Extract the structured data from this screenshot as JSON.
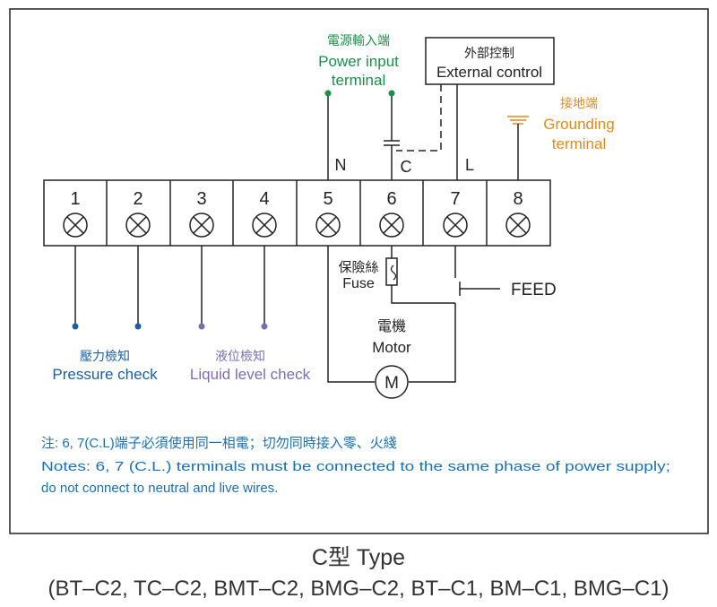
{
  "colors": {
    "line": "#222222",
    "power": "#1a8f4c",
    "ground": "#e08a1e",
    "pressure": "#1a5fa0",
    "liquid": "#7b6eb0",
    "notes": "#1a6fb5",
    "caption": "#333333"
  },
  "terminals": [
    "1",
    "2",
    "3",
    "4",
    "5",
    "6",
    "7",
    "8"
  ],
  "wire_labels": {
    "n": "N",
    "c": "C",
    "l": "L"
  },
  "power_input": {
    "zh": "電源輸入端",
    "en1": "Power input",
    "en2": "terminal"
  },
  "external_control": {
    "zh": "外部控制",
    "en": "External control"
  },
  "grounding": {
    "zh": "接地端",
    "en1": "Grounding",
    "en2": "terminal"
  },
  "fuse": {
    "zh": "保險絲",
    "en": "Fuse"
  },
  "feed": "FEED",
  "motor": {
    "zh": "電機",
    "en": "Motor",
    "symbol": "M"
  },
  "pressure_check": {
    "zh": "壓力檢知",
    "en": "Pressure check"
  },
  "liquid_check": {
    "zh": "液位檢知",
    "en": "Liquid level check"
  },
  "notes": {
    "zh": "注: 6, 7(C.L)端子必須使用同一相電；切勿同時接入零、火綫",
    "en1": "Notes: 6, 7 (C.L.) terminals must be connected to the same phase of power supply;",
    "en2": "do not connect to neutral and live wires."
  },
  "caption": {
    "type": "C型 Type",
    "models": "(BT–C2, TC–C2, BMT–C2, BMG–C2, BT–C1, BM–C1,  BMG–C1)"
  }
}
